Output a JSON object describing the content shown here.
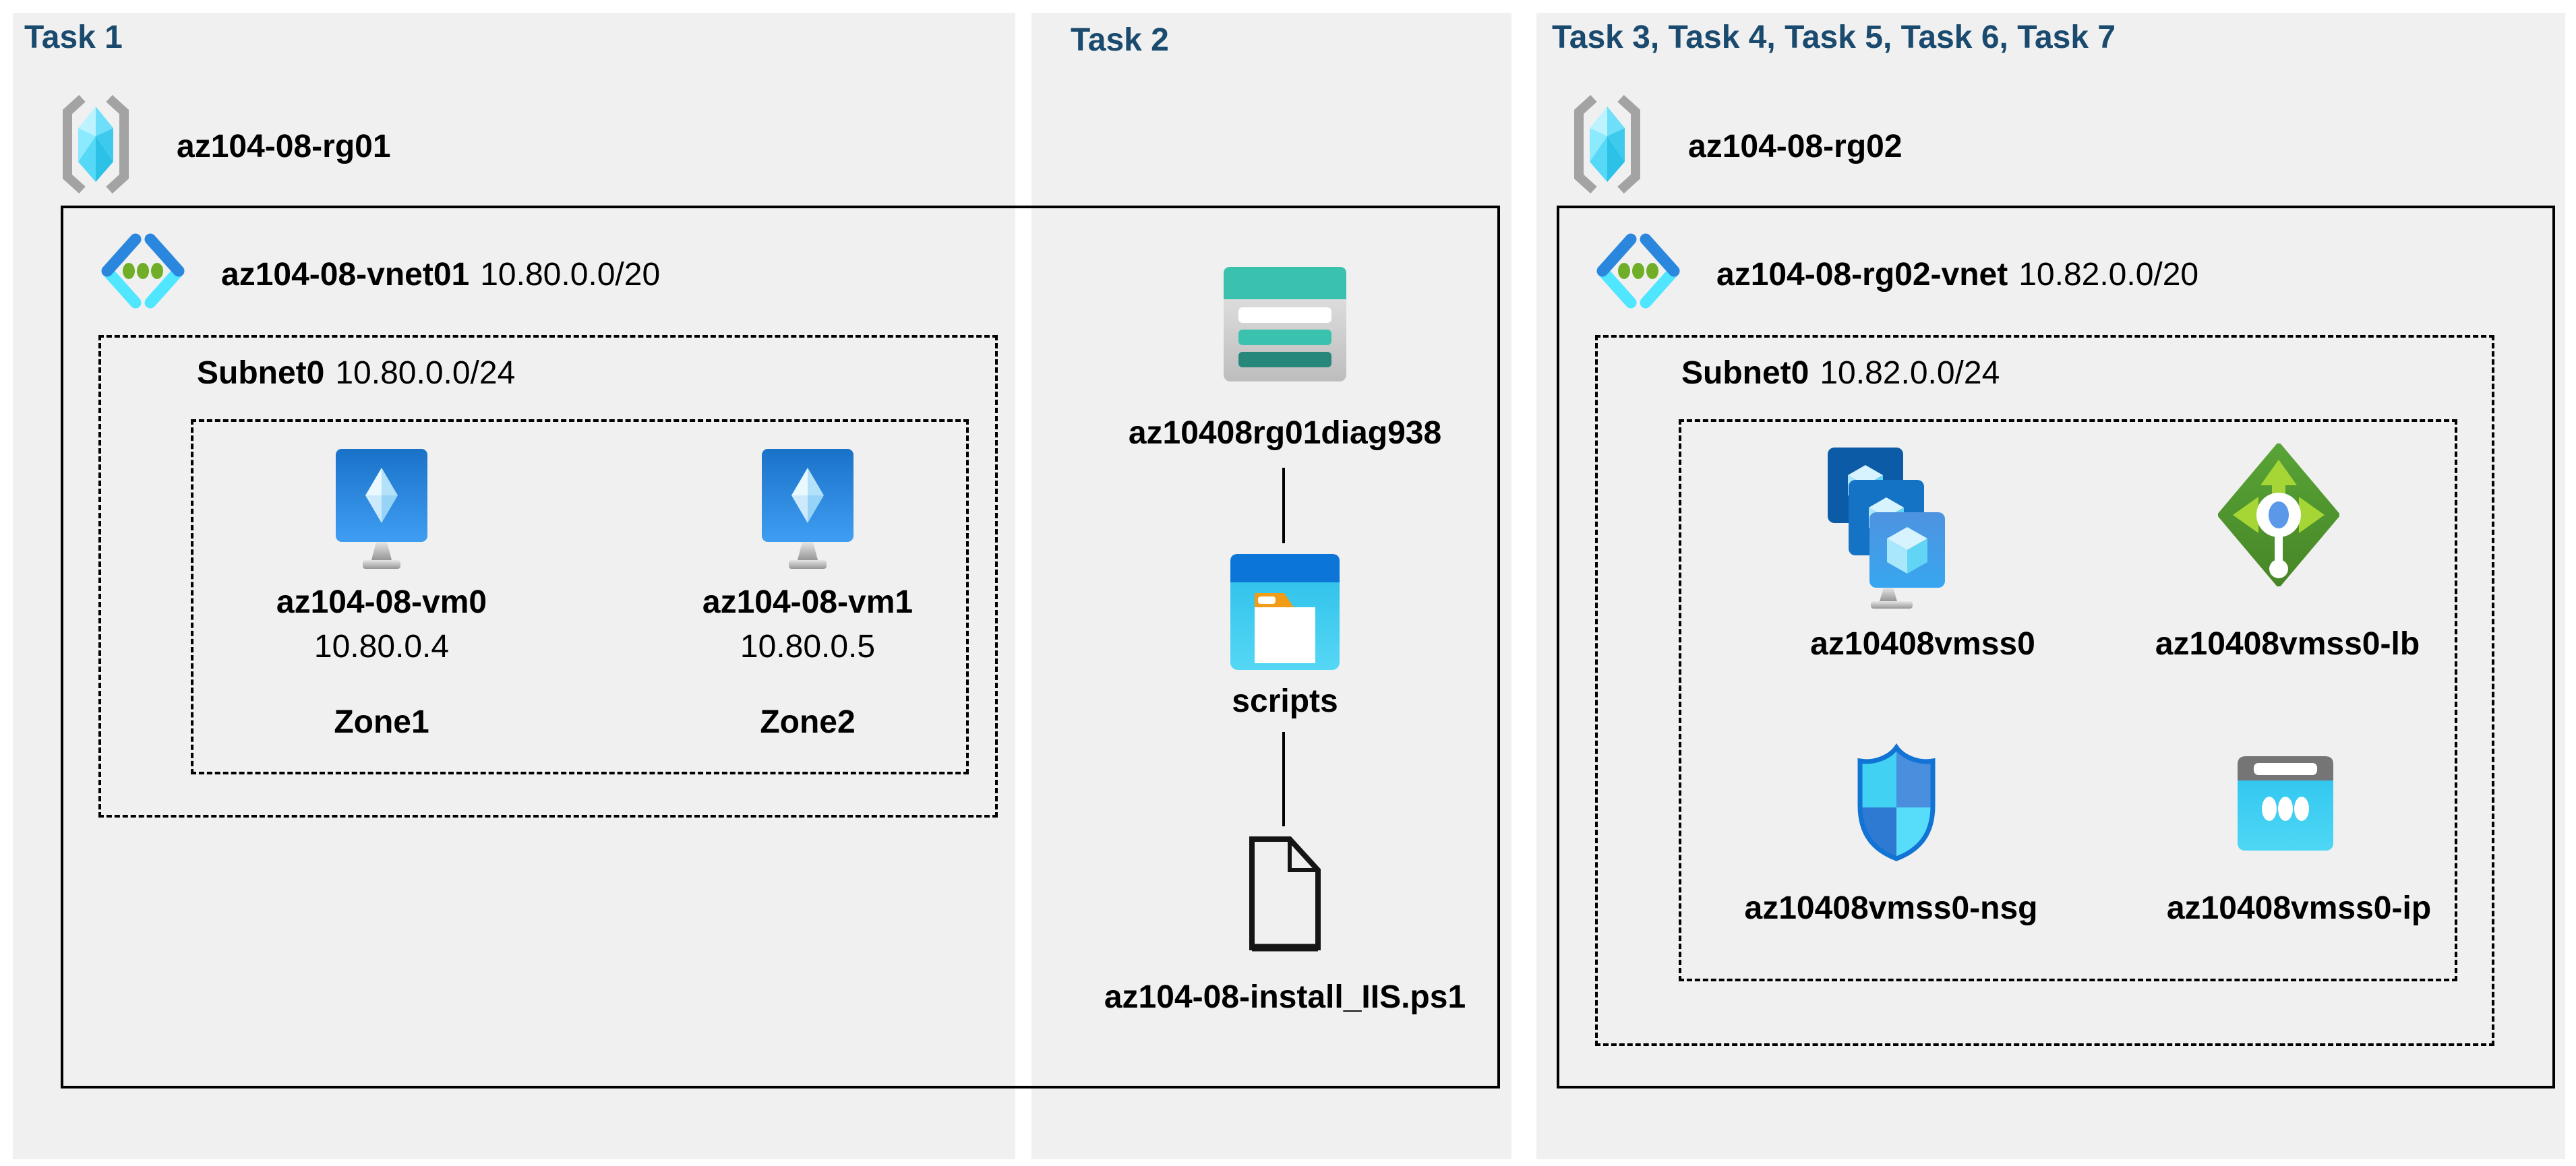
{
  "colors": {
    "background": "#ffffff",
    "panel": "#f0f0f0",
    "task_title": "#1a4a6e",
    "line": "#000000",
    "storage_teal": "#3bc2ae",
    "vnet_blue": "#2b87dd",
    "vnet_cyan": "#50e6ff",
    "lb_green": "#4a9330"
  },
  "tasks": [
    {
      "title": "Task 1"
    },
    {
      "title": "Task 2"
    },
    {
      "title": "Task 3, Task 4, Task 5, Task 6, Task 7"
    }
  ],
  "rg1": {
    "name": "az104-08-rg01",
    "vnet": {
      "name": "az104-08-vnet01",
      "cidr": "10.80.0.0/20"
    },
    "subnet": {
      "name": "Subnet0",
      "cidr": "10.80.0.0/24"
    },
    "vms": [
      {
        "name": "az104-08-vm0",
        "ip": "10.80.0.4",
        "zone": "Zone1"
      },
      {
        "name": "az104-08-vm1",
        "ip": "10.80.0.5",
        "zone": "Zone2"
      }
    ]
  },
  "task2": {
    "storage_account": "az10408rg01diag938",
    "container": "scripts",
    "script_file": "az104-08-install_IIS.ps1"
  },
  "rg2": {
    "name": "az104-08-rg02",
    "vnet": {
      "name": "az104-08-rg02-vnet",
      "cidr": "10.82.0.0/20"
    },
    "subnet": {
      "name": "Subnet0",
      "cidr": "10.82.0.0/24"
    },
    "resources": [
      {
        "name": "az10408vmss0"
      },
      {
        "name": "az10408vmss0-lb"
      },
      {
        "name": "az10408vmss0-nsg"
      },
      {
        "name": "az10408vmss0-ip"
      }
    ]
  }
}
